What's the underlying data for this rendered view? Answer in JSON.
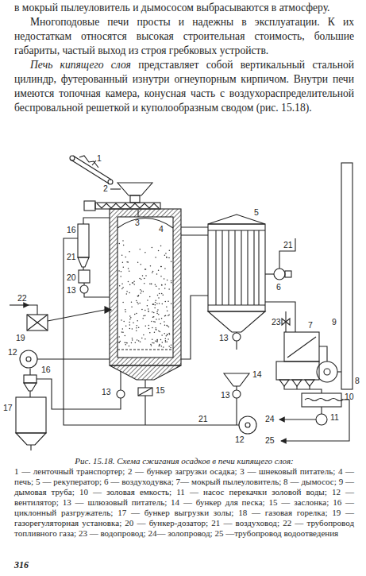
{
  "diagram": {
    "caption": "Рис. 15.18. Схема сжигания осадков в печи кипящего слоя:",
    "labels": [
      "в мокрый пылеуловитель и дымососом выбрасываются в атмосферу.",
      "Многоподовые печи просты и надежны в эксплуатации. К их недостаткам относятся высокая строительная стоимость, большие габариты, частый выход из строя гребковых устройств.",
      "Печь кипящего слоя",
      "представляет собой вертикальный стальной цилиндр, футерованный изнутри огнеупорным кирпичом. Внутри печи имеются топочная камера, конусная часть с воздухораспределительной беспровальной решеткой и куполообразным сводом (рис. 15.18).",
      "1",
      "2",
      "3",
      "4",
      "5",
      "16",
      "21",
      "21",
      "6",
      "20",
      "13",
      "22",
      "23",
      "19",
      "7",
      "9",
      "12",
      "8",
      "13",
      "14",
      "15",
      "13",
      "16",
      "13",
      "10",
      "17",
      "21",
      "24",
      "11",
      "12",
      "25",
      "1 — ленточный транспортер;",
      "2 — бункер загрузки осадка;",
      "3 — шнековый питатель;",
      "4 — печь;",
      "5 — рекуператор;",
      "6 — воздуходувка;",
      "7— мокрый пылеуловитель;",
      "8 — дымосос;",
      "9 — дымовая труба;",
      "10 — золовая емкость;",
      "11 — насос перекачки золовой воды;",
      "12 — вентилятор;",
      "13 — шлюзовый питатель;",
      "14 — бункер для песка;",
      "15 — заслонка;",
      "16 — циклонный разгружатель;",
      "17 — бункер выгрузки золы;",
      "18 — газовая горелка;",
      "19 — газорегуляторная установка;",
      "20 — бункер-дозатор;",
      "21 — воздуховод;",
      "22 — трубопровод топливного газа;",
      "23 — водопровод;",
      "24— золопровод;",
      "25 —трубопровод водоотведения",
      "316"
    ]
  }
}
